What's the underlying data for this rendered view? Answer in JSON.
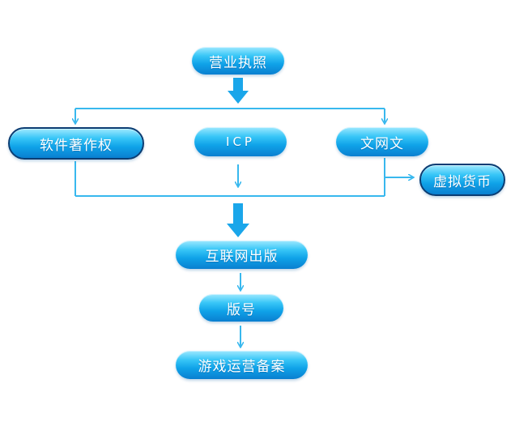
{
  "nodes": {
    "license": "营业执照",
    "software": "软件著作权",
    "icp": "ICP",
    "culture": "文网文",
    "virtual": "虚拟货币",
    "publish": "互联网出版",
    "banhao": "版号",
    "ops": "游戏运营备案"
  },
  "colors": {
    "node_fill_top": "#9fe9ff",
    "node_fill_bottom": "#0a7fd0",
    "connector": "#38b8ee",
    "thick_arrow": "#1aa6ea",
    "dark_border": "#0b3d73",
    "text": "#ffffff"
  }
}
